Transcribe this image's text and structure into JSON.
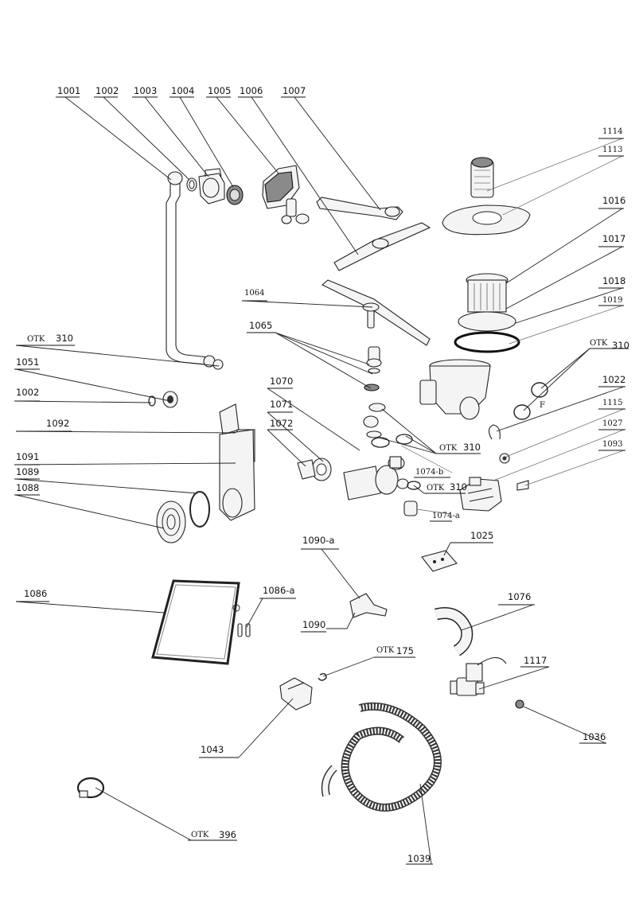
{
  "labels": {
    "l1001": "1001",
    "l1002a": "1002",
    "l1003": "1003",
    "l1004": "1004",
    "l1005": "1005",
    "l1006": "1006",
    "l1007": "1007",
    "l1114": "1114",
    "l1113": "1113",
    "l1016": "1016",
    "l1017": "1017",
    "l1018": "1018",
    "l1019": "1019",
    "l1064": "1064",
    "l1065": "1065",
    "otk1_prefix": "OTK",
    "otk1_num": "310",
    "l1051": "1051",
    "l1002b": "1002",
    "otk2_prefix": "OTK",
    "otk2_num": "310",
    "otk2_f": "F",
    "l1022": "1022",
    "l1115": "1115",
    "l1027": "1027",
    "l1093": "1093",
    "l1070": "1070",
    "l1071": "1071",
    "l1072": "1072",
    "l1092": "1092",
    "l1091": "1091",
    "l1089": "1089",
    "l1088": "1088",
    "otk3_prefix": "OTK",
    "otk3_num": "310",
    "l1074b": "1074-b",
    "otk4_prefix": "OTK",
    "otk4_num": "310",
    "l1074a": "1074-a",
    "l1025": "1025",
    "l1090a": "1090-a",
    "l1090": "1090",
    "l1086": "1086",
    "l1086a": "1086-a",
    "l1076": "1076",
    "otk5_prefix": "OTK",
    "otk5_num": "175",
    "l1117": "1117",
    "l1043": "1043",
    "l1036": "1036",
    "otk6_prefix": "OTK",
    "otk6_num": "396",
    "l1039": "1039"
  }
}
